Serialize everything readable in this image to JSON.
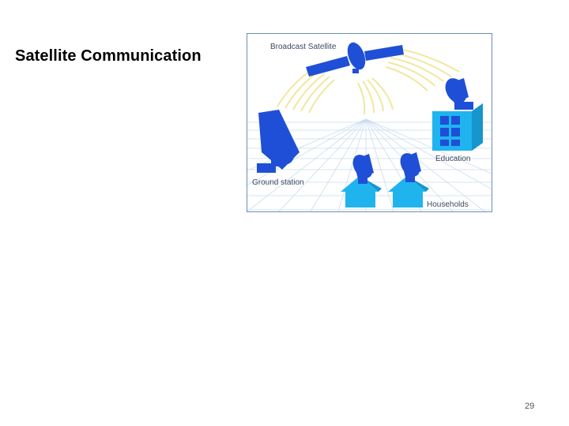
{
  "slide": {
    "title": "Satellite Communication",
    "page_number": "29"
  },
  "diagram": {
    "labels": {
      "satellite": "Broadcast Satellite",
      "education": "Education",
      "ground_station": "Ground station",
      "households": "Households"
    },
    "colors": {
      "dish_blue": "#1f4fd6",
      "building_cyan": "#1fb4ee",
      "grid_line": "#c9dcef",
      "signal_wave": "#f1e7a0",
      "frame_border": "#6a8fb5"
    }
  }
}
